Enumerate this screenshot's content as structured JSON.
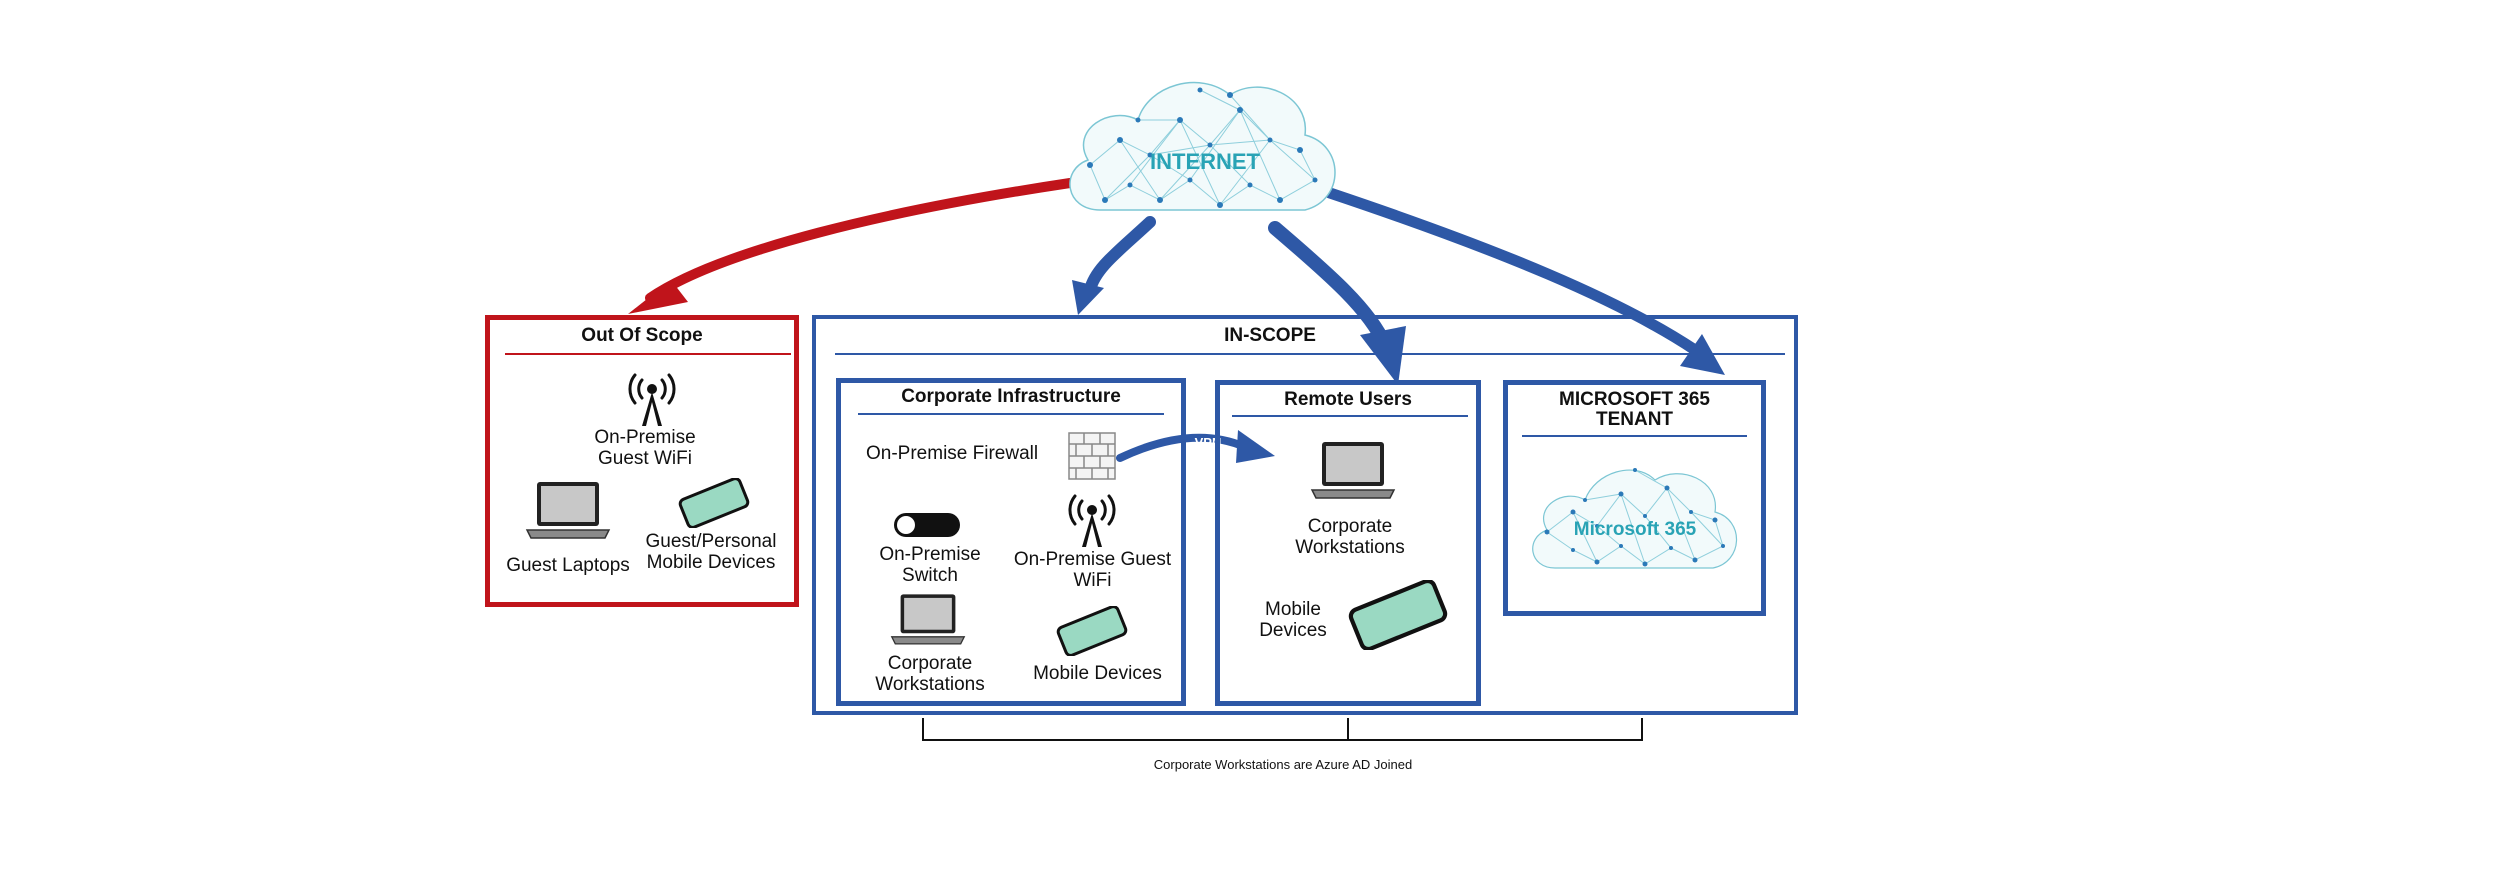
{
  "colors": {
    "red": "#c0141b",
    "blue": "#2e58a6",
    "teal": "#29a3b5",
    "mint": "#9ad9c2"
  },
  "internet": {
    "label": "INTERNET"
  },
  "out_of_scope": {
    "title": "Out Of Scope",
    "guest_wifi_label": "On-Premise\nGuest WiFi",
    "guest_laptops_label": "Guest Laptops",
    "guest_mobile_label": "Guest/Personal\nMobile Devices"
  },
  "in_scope": {
    "title": "IN-SCOPE"
  },
  "corporate_infrastructure": {
    "title": "Corporate Infrastructure",
    "firewall_label": "On-Premise Firewall",
    "switch_label": "On-Premise\nSwitch",
    "guest_wifi_label": "On-Premise Guest\nWiFi",
    "workstations_label": "Corporate\nWorkstations",
    "mobile_label": "Mobile Devices"
  },
  "vpn": {
    "label": "VPN"
  },
  "remote_users": {
    "title": "Remote Users",
    "workstations_label": "Corporate\nWorkstations",
    "mobile_label": "Mobile\nDevices"
  },
  "m365_tenant": {
    "title": "MICROSOFT 365\nTENANT",
    "cloud_label": "Microsoft 365"
  },
  "footnote": "Corporate Workstations are Azure AD Joined"
}
